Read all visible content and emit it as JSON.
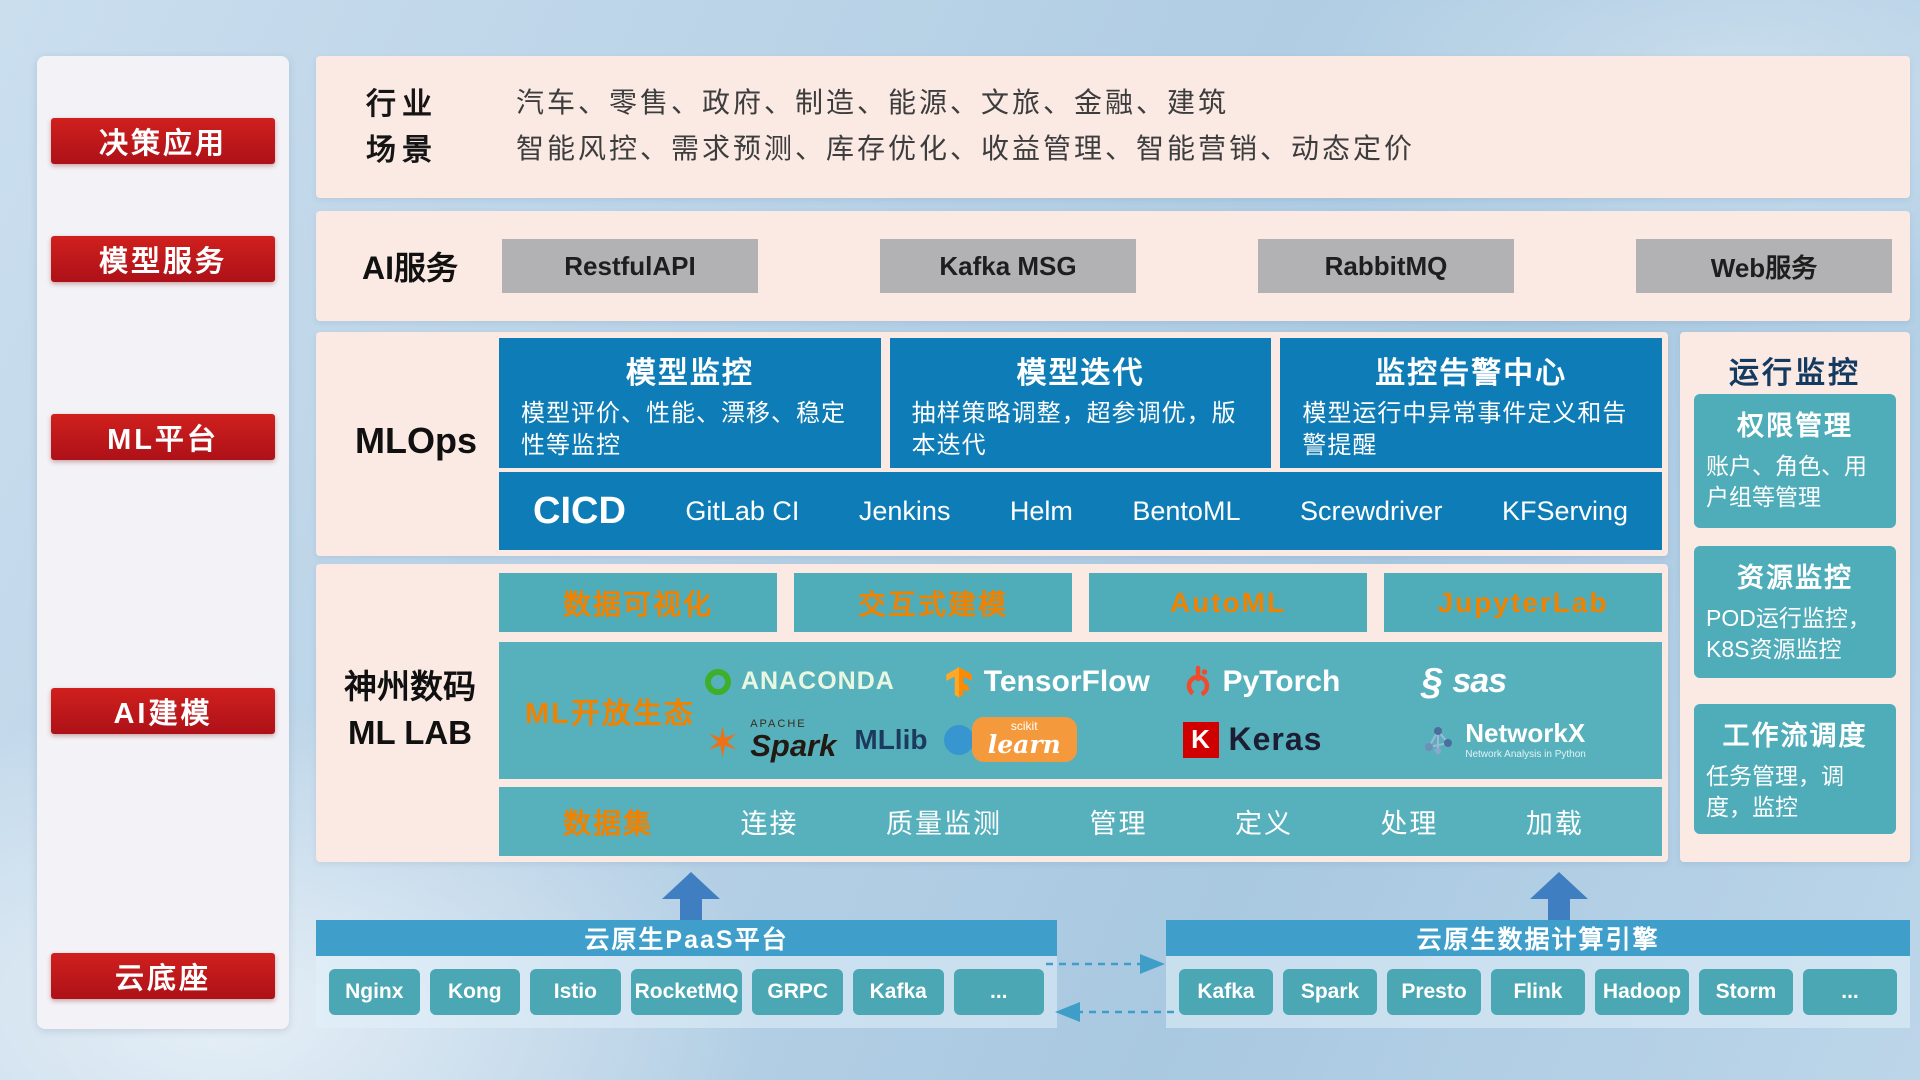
{
  "colors": {
    "badge_red": "#c0161d",
    "panel_pink": "#fbeae4",
    "card_blue": "#0e7cb6",
    "card_teal": "#4fadb9",
    "accent_orange": "#ef8200",
    "bar_blue": "#3f9fca"
  },
  "sidebar": {
    "badges": [
      "决策应用",
      "模型服务",
      "ML平台",
      "AI建模",
      "云底座"
    ]
  },
  "apps": {
    "industry_label": "行业",
    "industry_text": "汽车、零售、政府、制造、能源、文旅、金融、建筑",
    "scene_label": "场景",
    "scene_text": "智能风控、需求预测、库存优化、收益管理、智能营销、动态定价"
  },
  "ai_service": {
    "label": "AI服务",
    "items": [
      "RestfulAPI",
      "Kafka MSG",
      "RabbitMQ",
      "Web服务"
    ]
  },
  "mlops": {
    "label": "MLOps",
    "cards": [
      {
        "title": "模型监控",
        "desc": "模型评价、性能、漂移、稳定性等监控"
      },
      {
        "title": "模型迭代",
        "desc": "抽样策略调整，超参调优，版本迭代"
      },
      {
        "title": "监控告警中心",
        "desc": "模型运行中异常事件定义和告警提醒"
      }
    ],
    "cicd_label": "CICD",
    "cicd_items": [
      "GitLab CI",
      "Jenkins",
      "Helm",
      "BentoML",
      "Screwdriver",
      "KFServing"
    ]
  },
  "monitor": {
    "title": "运行监控",
    "cards": [
      {
        "title": "权限管理",
        "desc": "账户、角色、用户组等管理"
      },
      {
        "title": "资源监控",
        "desc": "POD运行监控，K8S资源监控"
      },
      {
        "title": "工作流调度",
        "desc": "任务管理，调度，监控"
      }
    ]
  },
  "mllab": {
    "label_line1": "神州数码",
    "label_line2": "ML LAB",
    "tools": [
      "数据可视化",
      "交互式建模",
      "AutoML",
      "JupyterLab"
    ],
    "eco_label": "ML开放生态",
    "logos": {
      "anaconda": "ANACONDA",
      "tensorflow": "TensorFlow",
      "pytorch": "PyTorch",
      "sas_icon": "§",
      "sas": "sas",
      "spark_icon": "✶",
      "spark_small": "APACHE",
      "spark": "Spark",
      "mllib": "MLlib",
      "sklearn_small": "scikit",
      "sklearn": "learn",
      "keras_k": "K",
      "keras": "Keras",
      "networkx": "NetworkX",
      "networkx_sub": "Network Analysis in Python"
    },
    "data_label": "数据集",
    "data_items": [
      "连接",
      "质量监测",
      "管理",
      "定义",
      "处理",
      "加载"
    ]
  },
  "infra": {
    "paas_title": "云原生PaaS平台",
    "paas_items": [
      "Nginx",
      "Kong",
      "Istio",
      "RocketMQ",
      "GRPC",
      "Kafka",
      "..."
    ],
    "engine_title": "云原生数据计算引擎",
    "engine_items": [
      "Kafka",
      "Spark",
      "Presto",
      "Flink",
      "Hadoop",
      "Storm",
      "..."
    ]
  }
}
